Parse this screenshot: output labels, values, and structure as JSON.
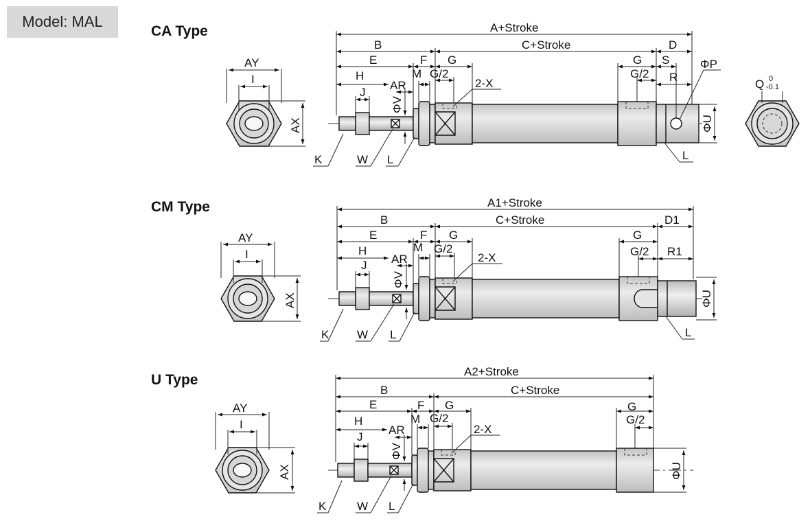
{
  "model_label": "Model: MAL",
  "types": [
    {
      "title": "CA Type",
      "front_view": {
        "width_label": "AY",
        "inner_label": "I",
        "height_label": "AX"
      },
      "rear_view": {
        "label": "Q",
        "tol_upper": "0",
        "tol_lower": "-0.1"
      },
      "dims": {
        "overall": "A+Stroke",
        "b": "B",
        "c": "C+Stroke",
        "d": "D",
        "e": "E",
        "f": "F",
        "g_left": "G",
        "g_right": "G",
        "s": "S",
        "h": "H",
        "m": "M",
        "g2_left": "G/2",
        "g2_right": "G/2",
        "p": "ΦP",
        "j": "J",
        "ar": "AR",
        "x": "2-X",
        "r": "R",
        "v": "ΦV",
        "u": "ΦU",
        "k": "K",
        "w": "W",
        "l": "L",
        "l_right": "L"
      }
    },
    {
      "title": "CM Type",
      "front_view": {
        "width_label": "AY",
        "inner_label": "I",
        "height_label": "AX"
      },
      "dims": {
        "overall": "A1+Stroke",
        "b": "B",
        "c": "C+Stroke",
        "d": "D1",
        "e": "E",
        "f": "F",
        "g_left": "G",
        "g_right": "G",
        "h": "H",
        "m": "M",
        "g2_left": "G/2",
        "g2_right": "G/2",
        "j": "J",
        "ar": "AR",
        "x": "2-X",
        "r": "R1",
        "v": "ΦV",
        "u": "ΦU",
        "k": "K",
        "w": "W",
        "l": "L",
        "l_right": "L"
      }
    },
    {
      "title": "U Type",
      "front_view": {
        "width_label": "AY",
        "inner_label": "I",
        "height_label": "AX"
      },
      "dims": {
        "overall": "A2+Stroke",
        "b": "B",
        "c": "C+Stroke",
        "e": "E",
        "f": "F",
        "g_left": "G",
        "g_right": "G",
        "h": "H",
        "m": "M",
        "g2_left": "G/2",
        "g2_right": "G/2",
        "j": "J",
        "ar": "AR",
        "x": "2-X",
        "v": "ΦV",
        "u": "ΦU",
        "k": "K",
        "w": "W",
        "l": "L"
      }
    }
  ]
}
